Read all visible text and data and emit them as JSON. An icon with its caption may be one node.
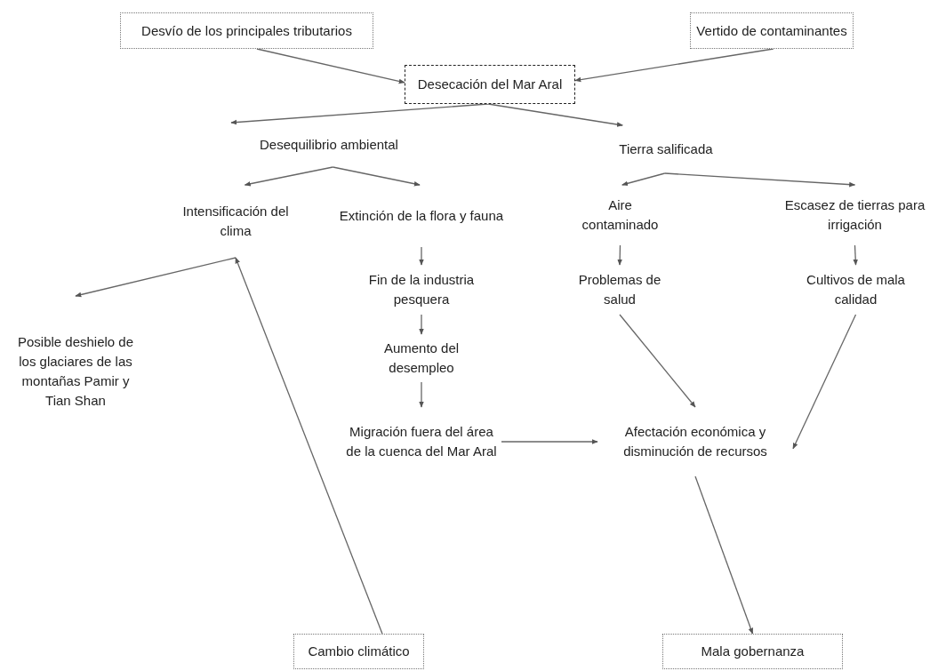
{
  "diagram": {
    "nodes": [
      {
        "text": [
          "Desvío de los principales tributarios"
        ]
      },
      {
        "text": [
          "Vertido de contaminantes"
        ]
      },
      {
        "text": [
          "Desecación del Mar Aral"
        ]
      },
      {
        "text": [
          "Desequilibrio ambiental"
        ]
      },
      {
        "text": [
          "Tierra salificada"
        ]
      },
      {
        "text": [
          "Intensificación del clima"
        ]
      },
      {
        "text": [
          "Extinción de la flora y fauna"
        ]
      },
      {
        "text": [
          "Aire contaminado"
        ]
      },
      {
        "text": [
          "Escasez de tierras para irrigación"
        ]
      },
      {
        "text": [
          "Posible deshielo de los glaciares de las montañas Pamir y Tian Shan"
        ]
      },
      {
        "text": [
          "Fin de la industria pesquera"
        ]
      },
      {
        "text": [
          "Problemas de salud"
        ]
      },
      {
        "text": [
          "Cultivos de mala calidad"
        ]
      },
      {
        "text": [
          "Aumento del desempleo"
        ]
      },
      {
        "text": [
          "Migración fuera del área de la cuenca del Mar Aral"
        ]
      },
      {
        "text": [
          "Afectación económica y disminución de recursos"
        ]
      },
      {
        "text": [
          "Cambio climático"
        ]
      },
      {
        "text": [
          "Mala gobernanza"
        ]
      }
    ],
    "edges": [
      {
        "from": 0,
        "to": 2,
        "arrow": "to"
      },
      {
        "from": 1,
        "to": 2,
        "arrow": "to"
      },
      {
        "from": 2,
        "to": 3,
        "arrow": "to"
      },
      {
        "from": 2,
        "to": 4,
        "arrow": "to"
      },
      {
        "from": 3,
        "to": 5,
        "arrow": "to"
      },
      {
        "from": 3,
        "to": 6,
        "arrow": "to"
      },
      {
        "from": 4,
        "to": 7,
        "arrow": "to"
      },
      {
        "from": 4,
        "to": 8,
        "arrow": "to"
      },
      {
        "from": 5,
        "to": 9,
        "arrow": "to"
      },
      {
        "from": 16,
        "to": 5,
        "arrow": "to"
      },
      {
        "from": 6,
        "to": 10,
        "arrow": "to"
      },
      {
        "from": 10,
        "to": 13,
        "arrow": "to"
      },
      {
        "from": 13,
        "to": 14,
        "arrow": "to"
      },
      {
        "from": 14,
        "to": 15,
        "arrow": "to"
      },
      {
        "from": 7,
        "to": 11,
        "arrow": "to"
      },
      {
        "from": 8,
        "to": 12,
        "arrow": "to"
      },
      {
        "from": 11,
        "to": 15,
        "arrow": "to"
      },
      {
        "from": 12,
        "to": 15,
        "arrow": "to"
      },
      {
        "from": 15,
        "to": 17,
        "arrow": "to"
      }
    ]
  }
}
